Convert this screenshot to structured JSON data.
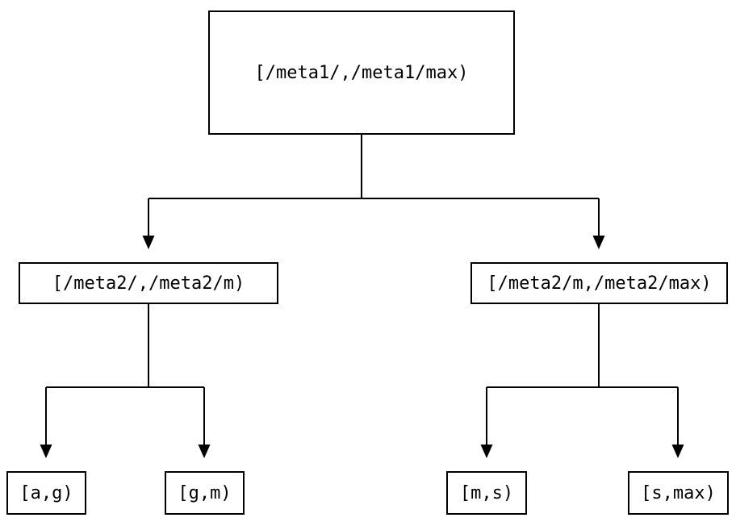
{
  "diagram": {
    "type": "tree",
    "background_color": "#ffffff",
    "line_color": "#000000",
    "nodes": {
      "root": {
        "label": "[/meta1/,/meta1/max)"
      },
      "mid_left": {
        "label": "[/meta2/,/meta2/m)"
      },
      "mid_right": {
        "label": "[/meta2/m,/meta2/max)"
      },
      "leaf_ag": {
        "label": "[a,g)"
      },
      "leaf_gm": {
        "label": "[g,m)"
      },
      "leaf_ms": {
        "label": "[m,s)"
      },
      "leaf_smax": {
        "label": "[s,max)"
      }
    },
    "edges": [
      {
        "from": "root",
        "to": "mid_left"
      },
      {
        "from": "root",
        "to": "mid_right"
      },
      {
        "from": "mid_left",
        "to": "leaf_ag"
      },
      {
        "from": "mid_left",
        "to": "leaf_gm"
      },
      {
        "from": "mid_right",
        "to": "leaf_ms"
      },
      {
        "from": "mid_right",
        "to": "leaf_smax"
      }
    ]
  }
}
